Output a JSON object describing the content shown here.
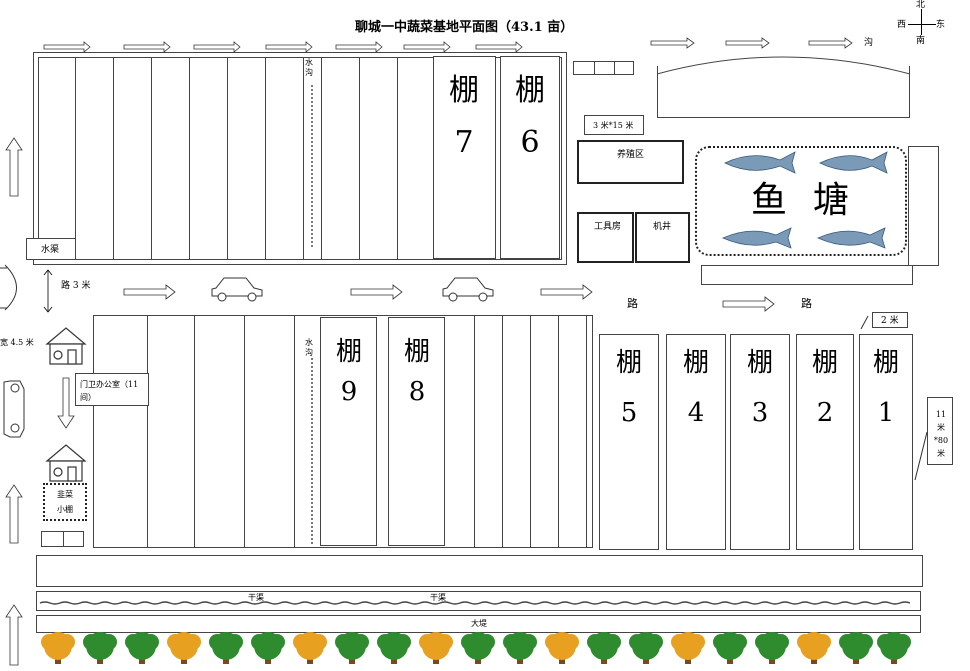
{
  "title": "聊城一中蔬菜基地平面图（43.1 亩）",
  "compass": {
    "north": "北",
    "south": "南",
    "east": "东",
    "west": "西"
  },
  "labels": {
    "channel_top_right": "沟",
    "size_3x15": "3 米*15 米",
    "breeding_area": "养殖区",
    "tool_room": "工具房",
    "machine_well": "机井",
    "fish_pond_1": "鱼",
    "fish_pond_2": "塘",
    "water_channel": "水渠",
    "road_3m": "路 3 米",
    "road_left": "路",
    "road_right": "路",
    "size_2m": "2 米",
    "size_11x80": "11 米 *80 米",
    "width_45": "宽 4.5 米",
    "gate_office": "门卫办公室（11 间）",
    "chives": "韭菜",
    "small_shed": "小棚",
    "main_channel_1": "干渠",
    "main_channel_2": "干渠",
    "embankment": "大堤",
    "ditch_upper": "水沟",
    "ditch_lower": "水沟"
  },
  "sheds": {
    "shed7": {
      "char": "棚",
      "num": "7"
    },
    "shed6": {
      "char": "棚",
      "num": "6"
    },
    "shed9": {
      "char": "棚",
      "num": "9"
    },
    "shed8": {
      "char": "棚",
      "num": "8"
    },
    "shed5": {
      "char": "棚",
      "num": "5"
    },
    "shed4": {
      "char": "棚",
      "num": "4"
    },
    "shed3": {
      "char": "棚",
      "num": "3"
    },
    "shed2": {
      "char": "棚",
      "num": "2"
    },
    "shed1": {
      "char": "棚",
      "num": "1"
    }
  },
  "colors": {
    "line": "#444444",
    "tree_green": "#2e8b2e",
    "tree_orange": "#e8a020",
    "trunk": "#7a4a1e",
    "fish": "#7a9ab8"
  }
}
